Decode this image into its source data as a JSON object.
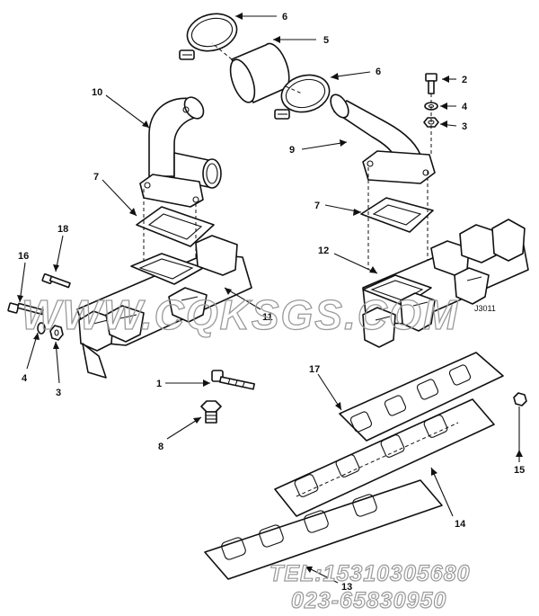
{
  "callouts": [
    {
      "id": "6a",
      "label": "6"
    },
    {
      "id": "5",
      "label": "5"
    },
    {
      "id": "6b",
      "label": "6"
    },
    {
      "id": "2",
      "label": "2"
    },
    {
      "id": "4a",
      "label": "4"
    },
    {
      "id": "3a",
      "label": "3"
    },
    {
      "id": "10",
      "label": "10"
    },
    {
      "id": "9",
      "label": "9"
    },
    {
      "id": "7a",
      "label": "7"
    },
    {
      "id": "7b",
      "label": "7"
    },
    {
      "id": "12",
      "label": "12"
    },
    {
      "id": "18",
      "label": "18"
    },
    {
      "id": "16",
      "label": "16"
    },
    {
      "id": "11",
      "label": "11"
    },
    {
      "id": "4b",
      "label": "4"
    },
    {
      "id": "3b",
      "label": "3"
    },
    {
      "id": "1",
      "label": "1"
    },
    {
      "id": "8",
      "label": "8"
    },
    {
      "id": "17",
      "label": "17"
    },
    {
      "id": "15",
      "label": "15"
    },
    {
      "id": "14",
      "label": "14"
    },
    {
      "id": "13",
      "label": "13"
    }
  ],
  "watermark": "WWW.CQKSGS.COM",
  "contact": {
    "tel": "TEL:15310305680",
    "phone": "023-65830950"
  },
  "drawing_code": "J3011",
  "colors": {
    "line": "#111111",
    "watermark": "#9a9a9a",
    "background": "#ffffff"
  }
}
